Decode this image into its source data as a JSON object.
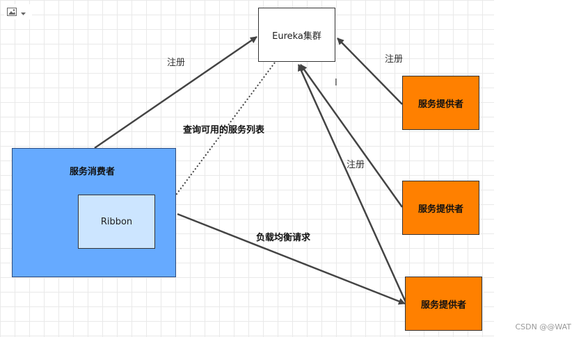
{
  "toolbar": {
    "icon": "image-icon",
    "dropdown_icon": "chevron-down-icon"
  },
  "nodes": {
    "eureka": "Eureka集群",
    "consumer": "服务消费者",
    "ribbon": "Ribbon",
    "provider1": "服务提供者",
    "provider2": "服务提供者",
    "provider3": "服务提供者"
  },
  "edges": {
    "consumer_register": "注册",
    "provider1_register": "注册",
    "provider2_register": "注册",
    "query": "查询可用的服务列表",
    "load_balance": "负载均衡请求"
  },
  "cursor": "I",
  "watermark": "CSDN @@WAT",
  "colors": {
    "consumer": "#66aaff",
    "ribbon": "#cce5ff",
    "provider": "#ff8000",
    "eureka": "#ffffff",
    "arrow": "#444444"
  }
}
